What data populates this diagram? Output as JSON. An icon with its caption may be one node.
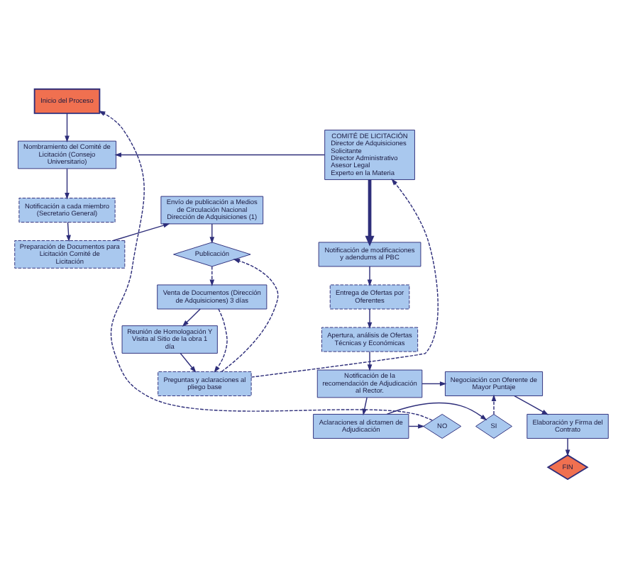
{
  "diagram": {
    "nodes": [
      {
        "text": [
          "Inicio del Proceso"
        ]
      },
      {
        "text": [
          "Nombramiento del Comité de Licitación (Consejo Universitario)"
        ]
      },
      {
        "text": [
          "COMITÉ DE LICITACIÓN",
          "Director de Adquisiciones",
          "Solicitante",
          "Director Administrativo",
          "Asesor Legal",
          "Experto en la Materia"
        ]
      },
      {
        "text": [
          "Notificación a cada miembro (Secretario General)"
        ]
      },
      {
        "text": [
          "Preparación de Documentos para Licitación Comité de Licitación"
        ]
      },
      {
        "text": [
          "Envío de publicación a Medios de Circulación Nacional Dirección de Adquisiciones (1)"
        ]
      },
      {
        "text": [
          "Publicación"
        ]
      },
      {
        "text": [
          "Venta de Documentos (Dirección de Adquisiciones) 3 días"
        ]
      },
      {
        "text": [
          "Reunión de Homologación Y Visita al Sitio de la obra 1 día"
        ]
      },
      {
        "text": [
          "Preguntas y aclaraciones al pliego base"
        ]
      },
      {
        "text": [
          "Notificación de modificaciones y adendums al PBC"
        ]
      },
      {
        "text": [
          "Entrega de Ofertas por Oferentes"
        ]
      },
      {
        "text": [
          "Apertura, análisis de Ofertas Técnicas y Económicas"
        ]
      },
      {
        "text": [
          "Notificación de la recomendación de Adjudicación al Rector."
        ]
      },
      {
        "text": [
          "Negociación con Oferente de Mayor Puntaje"
        ]
      },
      {
        "text": [
          "SI"
        ]
      },
      {
        "text": [
          "Aclaraciones al dictamen de Adjudicación"
        ]
      },
      {
        "text": [
          "NO"
        ]
      },
      {
        "text": [
          "Elaboración y Firma del Contrato"
        ]
      },
      {
        "text": [
          "FIN"
        ]
      }
    ],
    "edges": [
      {
        "from": 0,
        "to": 1,
        "arrow": "to"
      },
      {
        "from": 2,
        "to": 1,
        "arrow": "to"
      },
      {
        "from": 1,
        "to": 3,
        "arrow": "to"
      },
      {
        "from": 3,
        "to": 4,
        "arrow": "to"
      },
      {
        "from": 4,
        "to": 5,
        "arrow": "to"
      },
      {
        "from": 5,
        "to": 6,
        "arrow": "to"
      },
      {
        "from": 6,
        "to": 7,
        "arrow": "to",
        "style": "dashed"
      },
      {
        "from": 7,
        "to": 8,
        "arrow": "to"
      },
      {
        "from": 8,
        "to": 9,
        "arrow": "to"
      },
      {
        "from": 7,
        "to": 9,
        "arrow": "to",
        "style": "dashed"
      },
      {
        "from": 9,
        "to": 6,
        "arrow": "to",
        "style": "dashed"
      },
      {
        "from": 9,
        "to": 2,
        "arrow": "to",
        "style": "dashed"
      },
      {
        "from": 2,
        "to": 10,
        "arrow": "to",
        "style": "thick"
      },
      {
        "from": 10,
        "to": 11,
        "arrow": "to"
      },
      {
        "from": 11,
        "to": 12,
        "arrow": "to"
      },
      {
        "from": 12,
        "to": 13,
        "arrow": "to"
      },
      {
        "from": 13,
        "to": 14,
        "arrow": "to"
      },
      {
        "from": 13,
        "to": 16,
        "arrow": "to"
      },
      {
        "from": 16,
        "to": 15,
        "arrow": "to"
      },
      {
        "from": 15,
        "to": 14,
        "arrow": "to",
        "style": "dashed"
      },
      {
        "from": 16,
        "to": 17,
        "arrow": "to"
      },
      {
        "from": 17,
        "to": 0,
        "arrow": "to",
        "style": "dashed"
      },
      {
        "from": 14,
        "to": 18,
        "arrow": "to"
      },
      {
        "from": 18,
        "to": 19,
        "arrow": "to"
      }
    ]
  }
}
